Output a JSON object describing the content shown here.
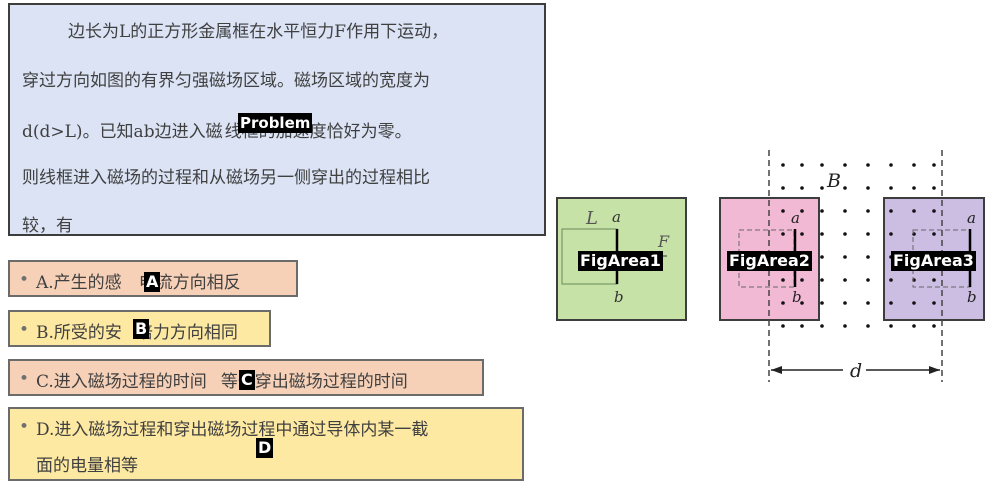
{
  "problem": {
    "lines": [
      "边长为L的正方形金属框在水平恒力F作用下运动，",
      "穿过方向如图的有界匀强磁场区域。磁场区域的宽度为",
      "d(d>L)。已知ab边进入磁",
      "线框的加速度恰好为零。",
      "则线框进入磁场的过程和从磁场另一侧穿出的过程相比",
      "较，有"
    ],
    "tag": "Problem"
  },
  "options": [
    {
      "bullet": "•",
      "text_a": "A.产生的感",
      "tag": "A",
      "text_b": "电流方向相反"
    },
    {
      "bullet": "•",
      "text_a": "B.所受的安",
      "tag": "B",
      "text_b": "培力方向相同"
    },
    {
      "bullet": "•",
      "text_a": "C.进入磁场过程的时间",
      "tag": "C",
      "text_b": "等于穿出磁场过程的时间"
    },
    {
      "bullet": "•",
      "text_a": "D.进入磁场过程和穿出磁场过程中通过导体内某一截",
      "tag": "D",
      "text_b": "面的电量相等"
    }
  ],
  "figure": {
    "area_labels": [
      "FigArea1",
      "FigArea2",
      "FigArea3"
    ],
    "labels": {
      "L": "L",
      "a": "a",
      "b": "b",
      "F": "F",
      "B": "B",
      "d": "d"
    },
    "colors": {
      "fig1": "#c7e2a7",
      "fig2": "#f2b9d4",
      "fig3": "#ccbde3",
      "problem_bg": "#dbe3f5",
      "opt_a": "#f6d1b8",
      "opt_b": "#fde9a2",
      "opt_c": "#f6d1b8",
      "opt_d": "#fde9a2"
    }
  }
}
